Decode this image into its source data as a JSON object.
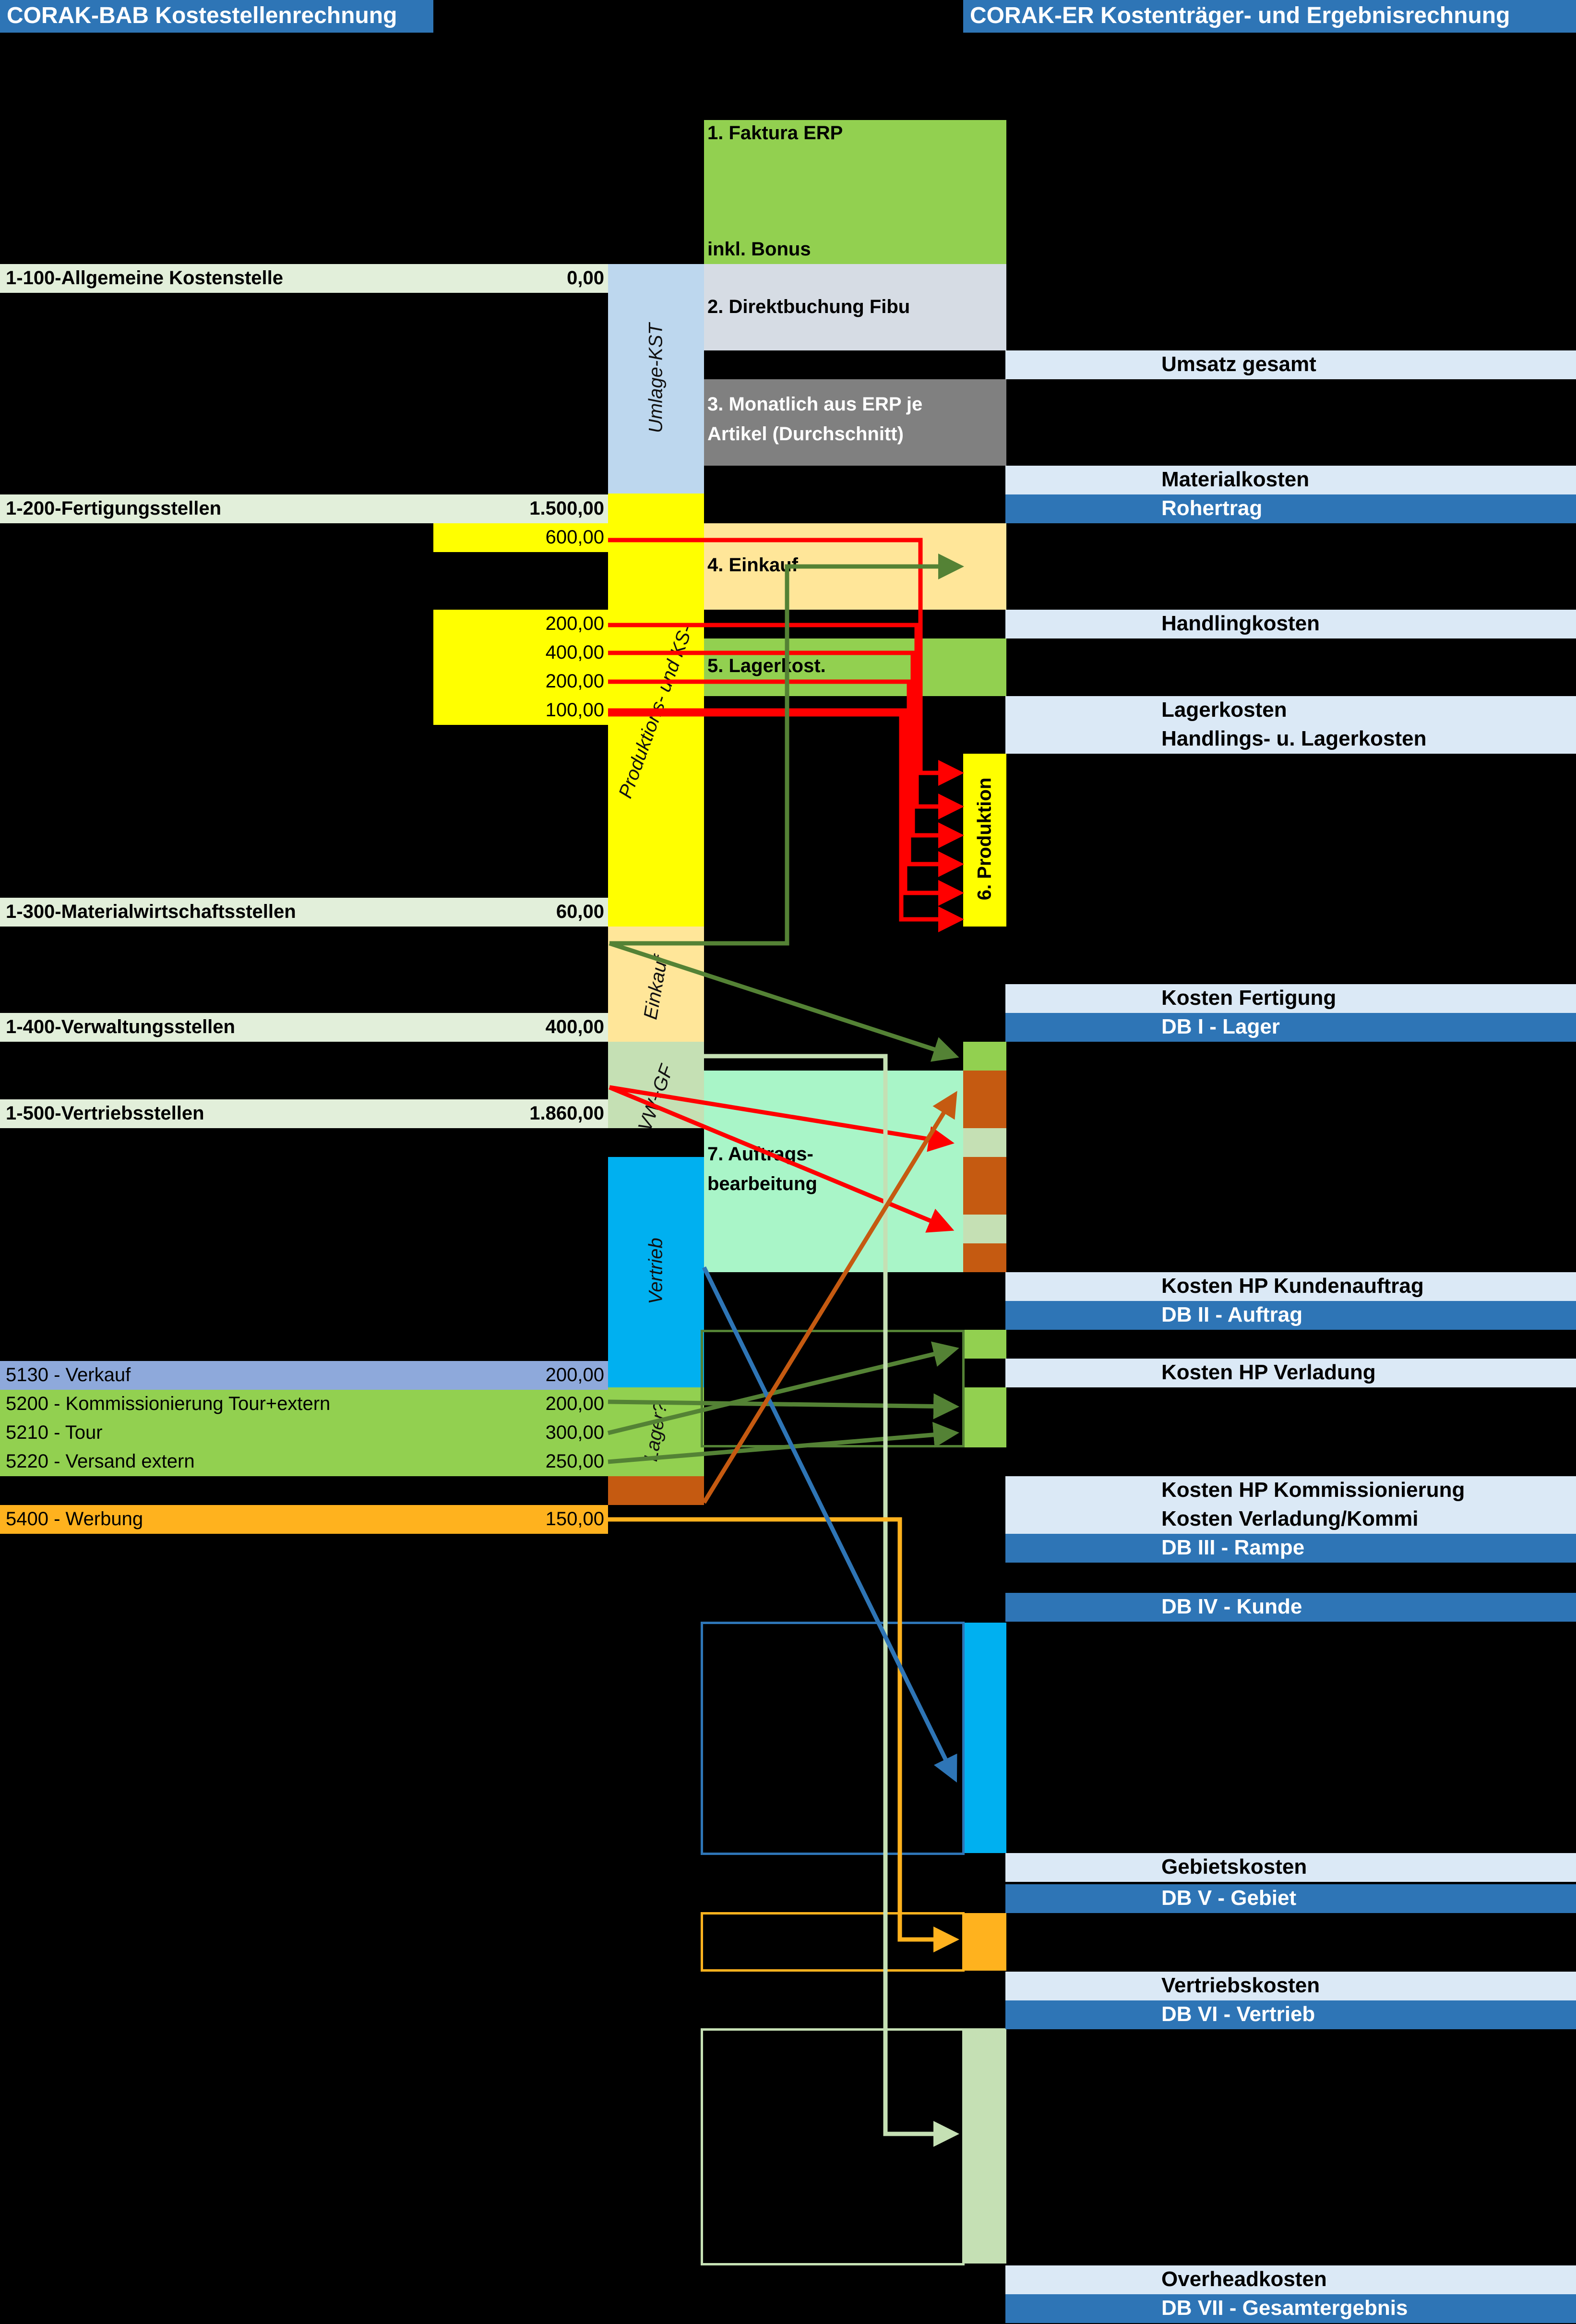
{
  "headers": {
    "bab_title": "CORAK-BAB Kostestellenrechnung",
    "er_title": "CORAK-ER Kostenträger- und Ergebnisrechnung"
  },
  "bab_rows": [
    {
      "label": "1-100-Allgemeine Kostenstelle",
      "value": "0,00"
    },
    {
      "label": "1-200-Fertigungsstellen",
      "value": "1.500,00"
    },
    {
      "label": "1-300-Materialwirtschaftsstellen",
      "value": "60,00"
    },
    {
      "label": "1-400-Verwaltungsstellen",
      "value": "400,00"
    },
    {
      "label": "1-500-Vertriebsstellen",
      "value": "1.860,00"
    },
    {
      "label": "5130 - Verkauf",
      "value": "200,00"
    },
    {
      "label": "5200 - Kommissionierung Tour+extern",
      "value": "200,00"
    },
    {
      "label": "5210 - Tour",
      "value": "300,00"
    },
    {
      "label": "5220 - Versand extern",
      "value": "250,00"
    },
    {
      "label": "5400 - Werbung",
      "value": "150,00"
    }
  ],
  "production_values": [
    "600,00",
    "200,00",
    "400,00",
    "200,00",
    "100,00"
  ],
  "allocation_blocks": [
    {
      "line1": "1. Faktura ERP",
      "line2": "inkl. Bonus"
    },
    {
      "line1": "2. Direktbuchung Fibu"
    },
    {
      "line1": "3. Monatlich aus ERP je",
      "line2": "Artikel (Durchschnitt)"
    },
    {
      "line1": "4. Einkauf"
    },
    {
      "line1": "5. Lagerkost."
    },
    {
      "line1": "7. Auftrags-",
      "line2": "bearbeitung"
    }
  ],
  "production_box_label": "6. Produktion",
  "vertical_labels": {
    "umlage": "Umlage-KST",
    "produktion": "Produktions- und KS-",
    "einkauf": "Einkauf",
    "vwgf": "VW+GF",
    "vertrieb": "Vertrieb",
    "lager": "Lager?"
  },
  "er_rows": [
    {
      "label": "Umsatz gesamt",
      "style": "light"
    },
    {
      "label": "Materialkosten",
      "style": "light"
    },
    {
      "label": "Rohertrag",
      "style": "dark"
    },
    {
      "label": "Handlingkosten",
      "style": "light"
    },
    {
      "label": "Lagerkosten",
      "style": "light"
    },
    {
      "label": "Handlings- u. Lagerkosten",
      "style": "light"
    },
    {
      "label": "Kosten Fertigung",
      "style": "light"
    },
    {
      "label": "DB I - Lager",
      "style": "dark"
    },
    {
      "label": "Kosten HP Kundenauftrag",
      "style": "light"
    },
    {
      "label": "DB II - Auftrag",
      "style": "dark"
    },
    {
      "label": "Kosten HP Verladung",
      "style": "light"
    },
    {
      "label": "Kosten HP Kommissionierung",
      "style": "light"
    },
    {
      "label": "Kosten Verladung/Kommi",
      "style": "light"
    },
    {
      "label": "DB III - Rampe",
      "style": "dark"
    },
    {
      "label": "DB IV - Kunde",
      "style": "dark"
    },
    {
      "label": "Gebietskosten",
      "style": "light"
    },
    {
      "label": "DB V - Gebiet",
      "style": "dark"
    },
    {
      "label": "Vertriebskosten",
      "style": "light"
    },
    {
      "label": "DB VI - Vertrieb",
      "style": "dark"
    },
    {
      "label": "Overheadkosten",
      "style": "light"
    },
    {
      "label": "DB VII - Gesamtergebnis",
      "style": "dark"
    }
  ],
  "colors": {
    "header_blue": "#2e75b6",
    "light_blue": "#dbe9f6",
    "light_green_row": "#e2efda",
    "yellow": "#ffff00",
    "lime": "#92d050",
    "cyan": "#00b0f0",
    "orange": "#ffb21e",
    "peach": "#ffe699",
    "mint": "#a9f5c8",
    "rust": "#c55a11",
    "grey": "#808080",
    "umlage_blue": "#bdd7ee",
    "arrow_red": "#ff0000",
    "arrow_green": "#548235",
    "arrow_lightgreen": "#c5e0b4",
    "arrow_blue": "#2e75b6"
  }
}
